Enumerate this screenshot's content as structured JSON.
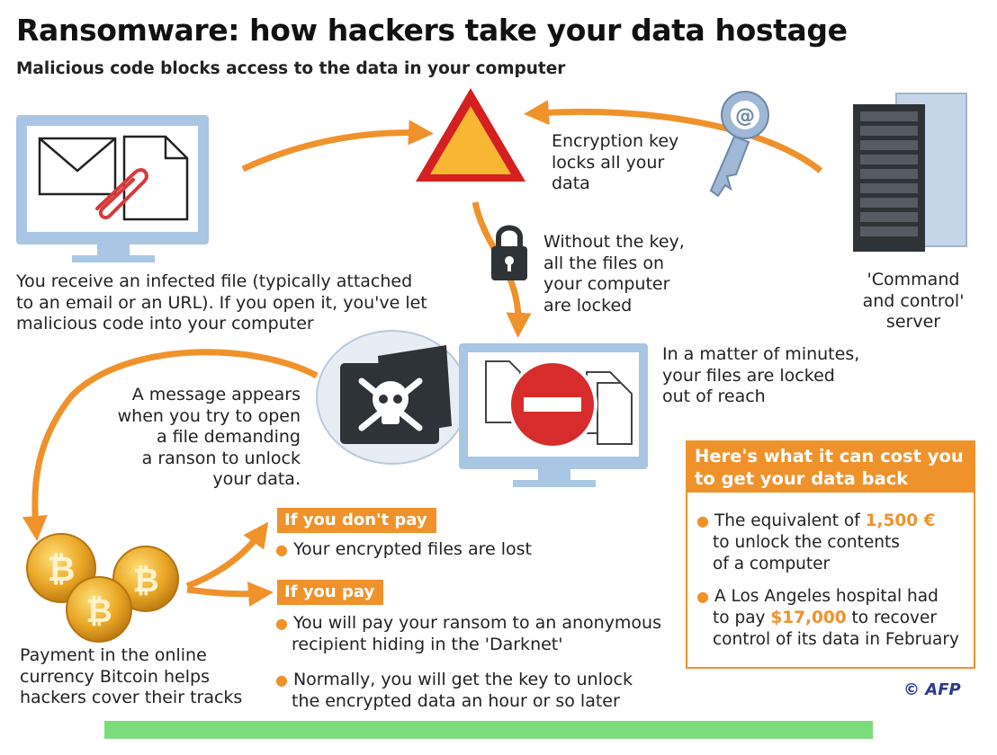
{
  "title": "Ransomware: how hackers take your data hostage",
  "subtitle": "Malicious code blocks access to the data in your computer",
  "steps": {
    "infected_file": [
      "You receive an infected file (typically attached",
      "to an email or an URL). If you open it, you've let",
      "malicious code into your computer"
    ],
    "encryption_key": [
      "Encryption key",
      "locks all your",
      "data"
    ],
    "without_key": [
      "Without the key,",
      "all the files on",
      "your computer",
      "are locked"
    ],
    "server": [
      "'Command",
      "and control'",
      "server"
    ],
    "minutes": [
      "In a matter of minutes,",
      "your files are locked",
      "out of reach"
    ],
    "message": [
      "A message appears",
      "when you try to open",
      "a file demanding",
      "a ranson to unlock",
      "your data."
    ],
    "bitcoin": [
      "Payment in the online",
      "currency Bitcoin helps",
      "hackers cover their tracks"
    ]
  },
  "outcomes": {
    "dont_pay_label": "If you don't pay",
    "dont_pay_items": [
      "Your encrypted files are lost"
    ],
    "pay_label": "If you pay",
    "pay_items": [
      [
        "You will pay your ransom to an anonymous",
        "recipient hiding in the 'Darknet'"
      ],
      [
        "Normally, you will get the key to unlock",
        "the encrypted data an hour or so later"
      ]
    ]
  },
  "cost_box": {
    "header": [
      "Here's what it can cost you",
      "to get your data back"
    ],
    "item1": {
      "pre": "The equivalent of ",
      "highlight": "1,500 €",
      "lines": [
        "to unlock the contents",
        "of a computer"
      ]
    },
    "item2": {
      "first": "A Los Angeles hospital had",
      "pre": "to pay ",
      "highlight": "$17,000",
      "post": " to recover",
      "last": "control of its data in February"
    }
  },
  "credit": "© AFP",
  "colors": {
    "accent": "#f0922b",
    "monitor": "#a9c6e4",
    "warning_red": "#d42020",
    "warning_yellow": "#f7b733",
    "stop_red": "#d62c2c",
    "bar": "#7cdc7a",
    "coin": "#e8a524"
  }
}
